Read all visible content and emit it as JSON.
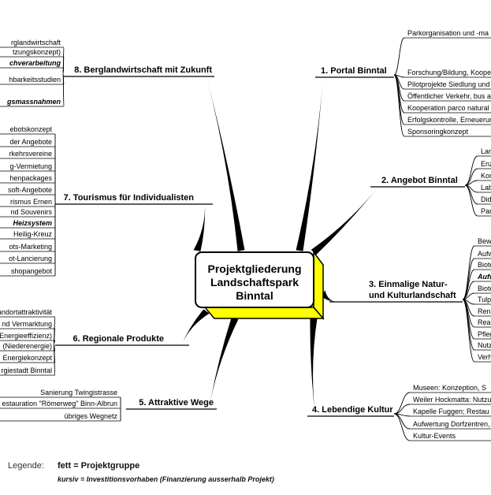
{
  "center": {
    "title_lines": [
      "Projektgliederung",
      "Landschaftspark",
      "Binntal"
    ],
    "front_color": "#ffffff",
    "side_color": "#ffff00"
  },
  "branches": [
    {
      "id": "b1",
      "title_lines": [
        "1. Portal Binntal"
      ],
      "items": [
        {
          "text": "Parkorganisation und -ma",
          "style": "normal"
        },
        {
          "text": "Forschung/Bildung, Koope",
          "style": "normal"
        },
        {
          "text": "Pilotprojekte Siedlung und",
          "style": "normal"
        },
        {
          "text": "Öffentlicher Verkehr, bus a",
          "style": "normal"
        },
        {
          "text": "Kooperation parco natural",
          "style": "normal"
        },
        {
          "text": "Erfolgskontrolle, Erneuerun",
          "style": "normal"
        },
        {
          "text": "Sponsoringkonzept",
          "style": "normal"
        }
      ]
    },
    {
      "id": "b2",
      "title_lines": [
        "2. Angebot Binntal"
      ],
      "items": [
        {
          "text": "Lar",
          "style": "normal"
        },
        {
          "text": "Enz",
          "style": "normal"
        },
        {
          "text": "Kom",
          "style": "normal"
        },
        {
          "text": "Lab",
          "style": "normal"
        },
        {
          "text": "Did",
          "style": "normal"
        },
        {
          "text": "Par",
          "style": "normal"
        }
      ]
    },
    {
      "id": "b3",
      "title_lines": [
        "3. Einmalige Natur-",
        "und Kulturlandschaft"
      ],
      "items": [
        {
          "text": "Bewi",
          "style": "normal"
        },
        {
          "text": "Aufw",
          "style": "normal"
        },
        {
          "text": "Biotc",
          "style": "normal"
        },
        {
          "text": "Aufw",
          "style": "bolditalic"
        },
        {
          "text": "Biotc",
          "style": "normal"
        },
        {
          "text": "Tulpe",
          "style": "normal"
        },
        {
          "text": "Renat",
          "style": "normal"
        },
        {
          "text": "Reali",
          "style": "normal"
        },
        {
          "text": "Pfleg",
          "style": "normal"
        },
        {
          "text": "Nutz",
          "style": "normal"
        },
        {
          "text": "Verh",
          "style": "normal"
        }
      ]
    },
    {
      "id": "b4",
      "title_lines": [
        "4. Lebendige Kultur"
      ],
      "items": [
        {
          "text": "Museen: Konzeption, S",
          "style": "normal"
        },
        {
          "text": "Weiler Hockmatta: Nutzu",
          "style": "normal"
        },
        {
          "text": "Kapelle Fuggen; Restau",
          "style": "normal"
        },
        {
          "text": "Aufwertung Dorfzentren,",
          "style": "normal"
        },
        {
          "text": "Kultur-Events",
          "style": "normal"
        }
      ]
    },
    {
      "id": "b5",
      "title_lines": [
        "5. Attraktive Wege"
      ],
      "items": [
        {
          "text": "Sanierung Twingistrasse",
          "style": "normal"
        },
        {
          "text": "estauration \"Römerweg\" Binn-Albrun",
          "style": "normal"
        },
        {
          "text": "übriges Wegnetz",
          "style": "normal"
        }
      ]
    },
    {
      "id": "b6",
      "title_lines": [
        "6. Regionale Produkte"
      ],
      "items": [
        {
          "text": "andortattraktivität",
          "style": "normal"
        },
        {
          "text": "nd Vermarktung",
          "style": "normal"
        },
        {
          "text": "Energieeffizienz)",
          "style": "normal"
        },
        {
          "text": "(Niederenergie)",
          "style": "normal"
        },
        {
          "text": "Energiekonzept",
          "style": "normal"
        },
        {
          "text": "rgiestadt Binntal",
          "style": "normal"
        }
      ]
    },
    {
      "id": "b7",
      "title_lines": [
        "7. Tourismus für Individualisten"
      ],
      "items": [
        {
          "text": "ebotskonzept",
          "style": "normal"
        },
        {
          "text": "der Angebote",
          "style": "normal"
        },
        {
          "text": "rkehrsvereine",
          "style": "normal"
        },
        {
          "text": "g-Vermietung",
          "style": "normal"
        },
        {
          "text": "henpackages",
          "style": "normal"
        },
        {
          "text": "soft-Angebote",
          "style": "normal"
        },
        {
          "text": "rismus Ernen",
          "style": "normal"
        },
        {
          "text": "nd Souvenirs",
          "style": "normal"
        },
        {
          "text": "Heizsystem",
          "style": "bolditalic"
        },
        {
          "text": "Heilig-Kreuz",
          "style": "normal"
        },
        {
          "text": "ots-Marketing",
          "style": "normal"
        },
        {
          "text": "ot-Lancierung",
          "style": "normal"
        },
        {
          "text": "shopangebot",
          "style": "normal"
        }
      ]
    },
    {
      "id": "b8",
      "title_lines": [
        "8. Berglandwirtschaft mit Zukunft"
      ],
      "items": [
        {
          "text": "rglandwirtschaft",
          "style": "normal"
        },
        {
          "text": "tzungskonzept)",
          "style": "normal"
        },
        {
          "text": "chverarbeitung",
          "style": "bolditalic"
        },
        {
          "text": "hbarkeitsstudien",
          "style": "normal"
        },
        {
          "text": "gsmassnahmen",
          "style": "bolditalic"
        }
      ]
    }
  ],
  "legend": {
    "label": "Legende:",
    "bold_line": "fett = Projektgruppe",
    "italic_line": "kursiv = Investitionsvorhaben (Finanzierung ausserhalb Projekt)",
    "label_color": "#333333"
  }
}
